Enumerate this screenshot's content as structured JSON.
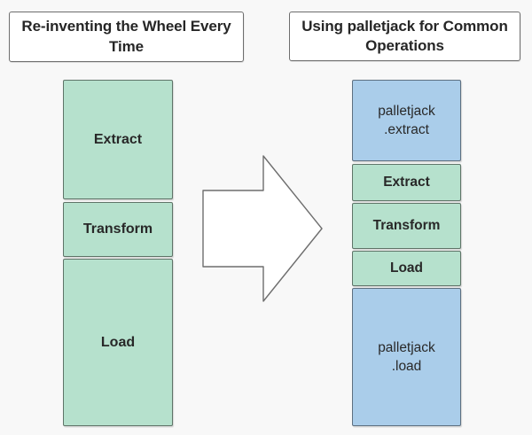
{
  "diagram": {
    "type": "comparison-flow",
    "background_color": "#f8f8f8",
    "colors": {
      "green_fill": "#b6e1cd",
      "blue_fill": "#aacdea",
      "block_border": "#60756b",
      "card_border": "#6e6e6e",
      "card_fill": "#ffffff",
      "text": "#282828"
    },
    "left_panel": {
      "title": "Re-inventing the Wheel\nEvery Time",
      "title_line1": "Re-inventing the Wheel",
      "title_line2": "Every Time",
      "blocks": [
        {
          "label": "Extract",
          "color": "green",
          "emphasis": "bold"
        },
        {
          "label": "Transform",
          "color": "green",
          "emphasis": "bold"
        },
        {
          "label": "Load",
          "color": "green",
          "emphasis": "bold"
        }
      ]
    },
    "connector": {
      "icon": "right-arrow-icon",
      "direction": "right",
      "fill": "#ffffff",
      "stroke": "#6e6e6e"
    },
    "right_panel": {
      "title": "Using palletjack for\nCommon Operations",
      "title_line1": "Using palletjack for",
      "title_line2": "Common Operations",
      "blocks": [
        {
          "label": "palletjack\n.extract",
          "color": "blue",
          "emphasis": "normal"
        },
        {
          "label": "Extract",
          "color": "green",
          "emphasis": "bold"
        },
        {
          "label": "Transform",
          "color": "green",
          "emphasis": "bold"
        },
        {
          "label": "Load",
          "color": "green",
          "emphasis": "bold"
        },
        {
          "label": "palletjack\n.load",
          "color": "blue",
          "emphasis": "normal"
        }
      ]
    }
  }
}
